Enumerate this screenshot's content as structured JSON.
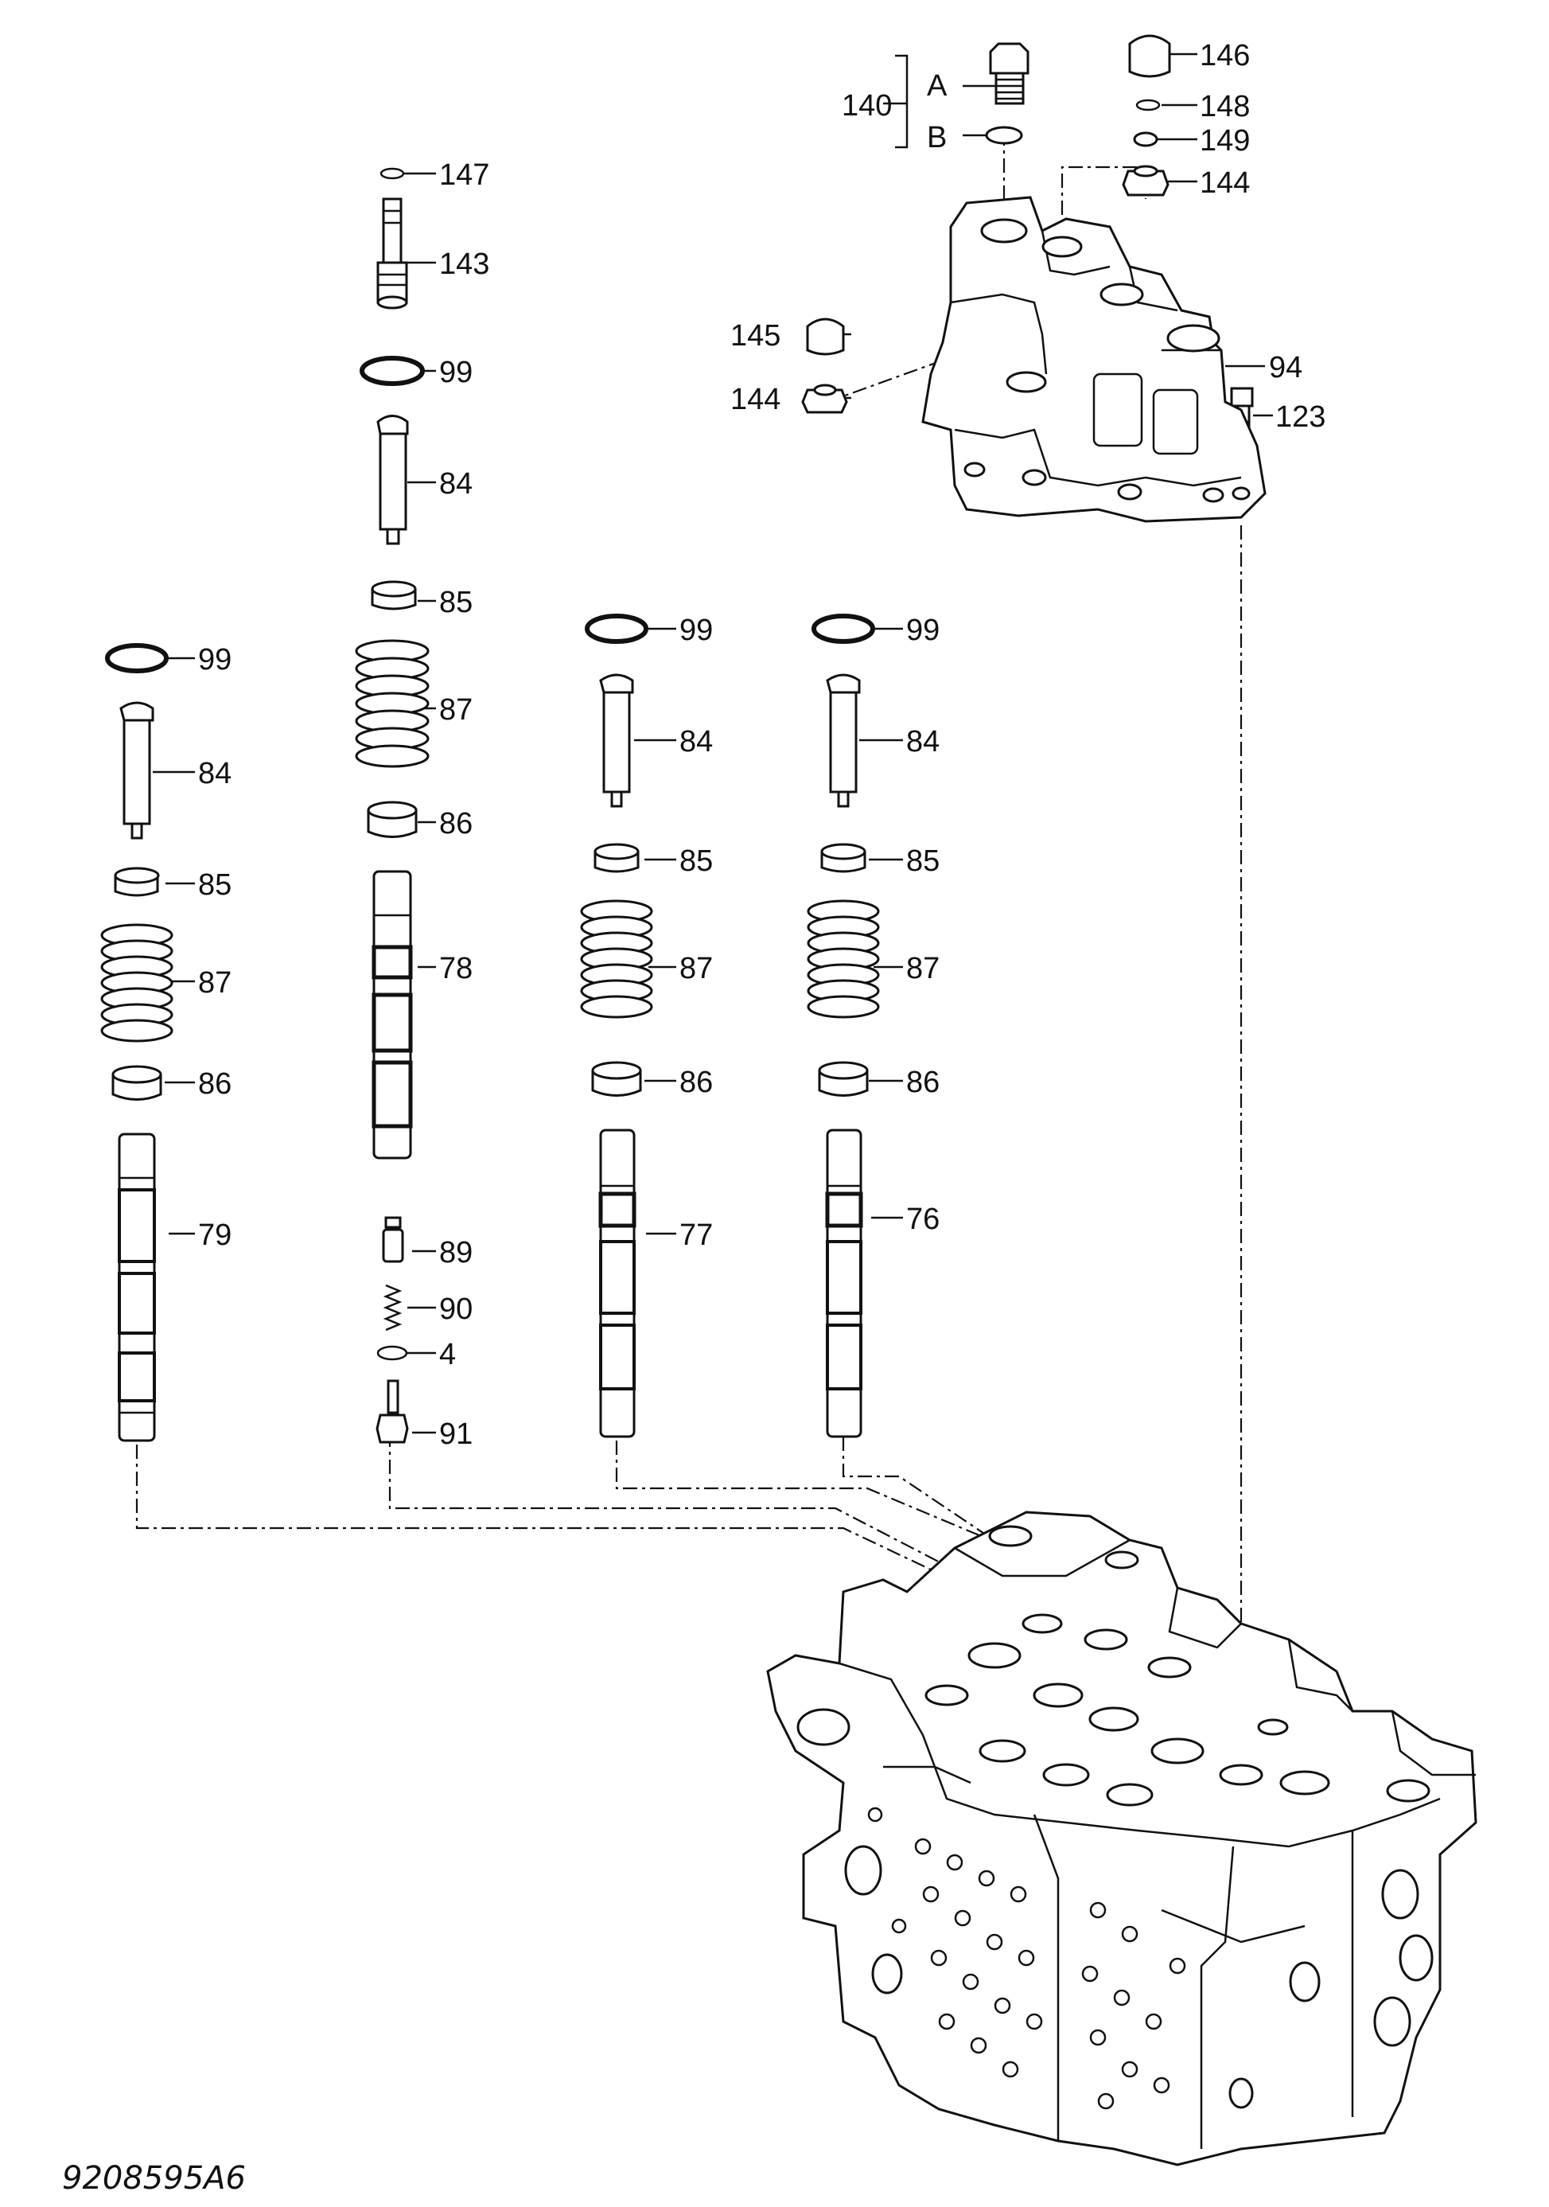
{
  "diagram": {
    "doc_number": "9208595A6",
    "group_label": "140",
    "sub_labels": {
      "a": "A",
      "b": "B"
    },
    "callouts": {
      "c146": "146",
      "c148": "148",
      "c149": "149",
      "c144a": "144",
      "c145": "145",
      "c144b": "144",
      "c94": "94",
      "c123": "123",
      "c147": "147",
      "c143": "143",
      "s2_99": "99",
      "s2_84": "84",
      "s2_85": "85",
      "s2_87": "87",
      "s2_86": "86",
      "s2_78": "78",
      "s2_89": "89",
      "s2_90": "90",
      "s2_4": "4",
      "s2_91": "91",
      "s1_99": "99",
      "s1_84": "84",
      "s1_85": "85",
      "s1_87": "87",
      "s1_86": "86",
      "s1_79": "79",
      "s3_99": "99",
      "s3_84": "84",
      "s3_85": "85",
      "s3_87": "87",
      "s3_86": "86",
      "s3_77": "77",
      "s4_99": "99",
      "s4_84": "84",
      "s4_85": "85",
      "s4_87": "87",
      "s4_86": "86",
      "s4_76": "76"
    }
  }
}
